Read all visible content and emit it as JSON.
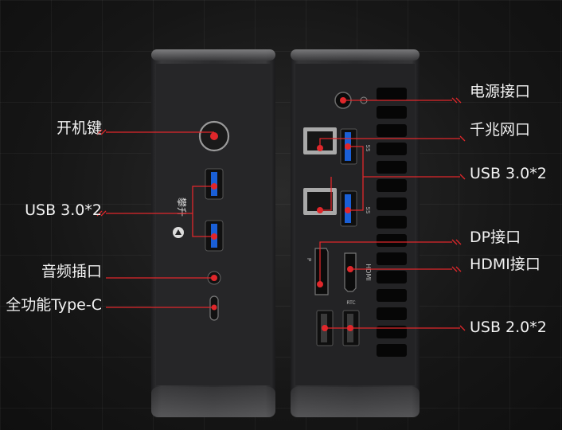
{
  "brand": "攀升",
  "front_labels": {
    "power": "开机键",
    "usb30": "USB 3.0*2",
    "audio": "音频插口",
    "typec": "全功能Type-C"
  },
  "rear_labels": {
    "power_in": "电源接口",
    "lan": "千兆网口",
    "usb30": "USB 3.0*2",
    "dp": "DP接口",
    "hdmi": "HDMI接口",
    "usb20": "USB 2.0*2"
  },
  "port_marks": {
    "ss": "SS",
    "dp": "P",
    "hdmi": "HDMI",
    "rtc": "RTC"
  },
  "colors": {
    "accent": "#e0272b",
    "usb3_blue": "#1a5fd6",
    "chassis": "#2b2b2d",
    "background": "#161616"
  }
}
